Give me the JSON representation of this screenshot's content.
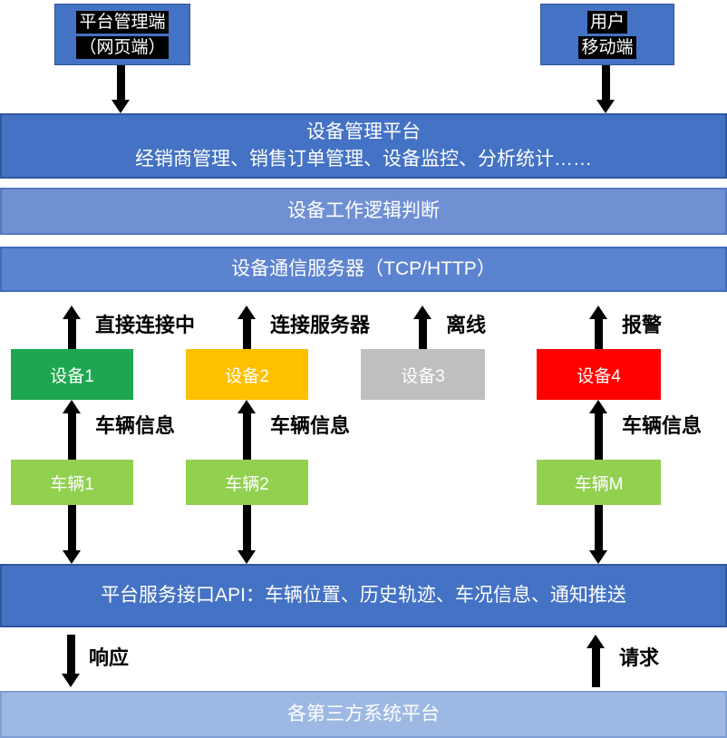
{
  "top_nodes": {
    "admin": {
      "line1": "平台管理端",
      "line2": "（网页端）"
    },
    "user": {
      "line1": "用户",
      "line2": "移动端"
    }
  },
  "layers": {
    "platform": {
      "title": "设备管理平台",
      "subtitle": "经销商管理、销售订单管理、设备监控、分析统计……"
    },
    "logic": {
      "title": "设备工作逻辑判断"
    },
    "comm": {
      "title": "设备通信服务器（TCP/HTTP）"
    },
    "api": {
      "title": "平台服务接口API：车辆位置、历史轨迹、车况信息、通知推送"
    },
    "third_party": {
      "title": "各第三方系统平台"
    }
  },
  "devices": [
    {
      "label": "设备1",
      "status": "直接连接中",
      "color": "#1EA750"
    },
    {
      "label": "设备2",
      "status": "连接服务器",
      "color": "#FFC000"
    },
    {
      "label": "设备3",
      "status": "离线",
      "color": "#BFBFBF"
    },
    {
      "label": "设备4",
      "status": "报警",
      "color": "#FF0000"
    }
  ],
  "vehicles": [
    {
      "label": "车辆1",
      "link_label": "车辆信息"
    },
    {
      "label": "车辆2",
      "link_label": "车辆信息"
    },
    {
      "label": "车辆M",
      "link_label": "车辆信息"
    }
  ],
  "api_flow": {
    "response_label": "响应",
    "request_label": "请求"
  },
  "colors": {
    "layer_primary": "#4472C4",
    "layer_logic": "#7090D4",
    "layer_comm": "#5C83CF",
    "layer_third_party": "#9DB9E3",
    "vehicle_green": "#92D050",
    "device_green": "#1EA750",
    "device_yellow": "#FFC000",
    "device_gray": "#BFBFBF",
    "device_red": "#FF0000",
    "arrow_black": "#000000",
    "node_blue": "#4472C4",
    "label_highlight": "#000000"
  }
}
